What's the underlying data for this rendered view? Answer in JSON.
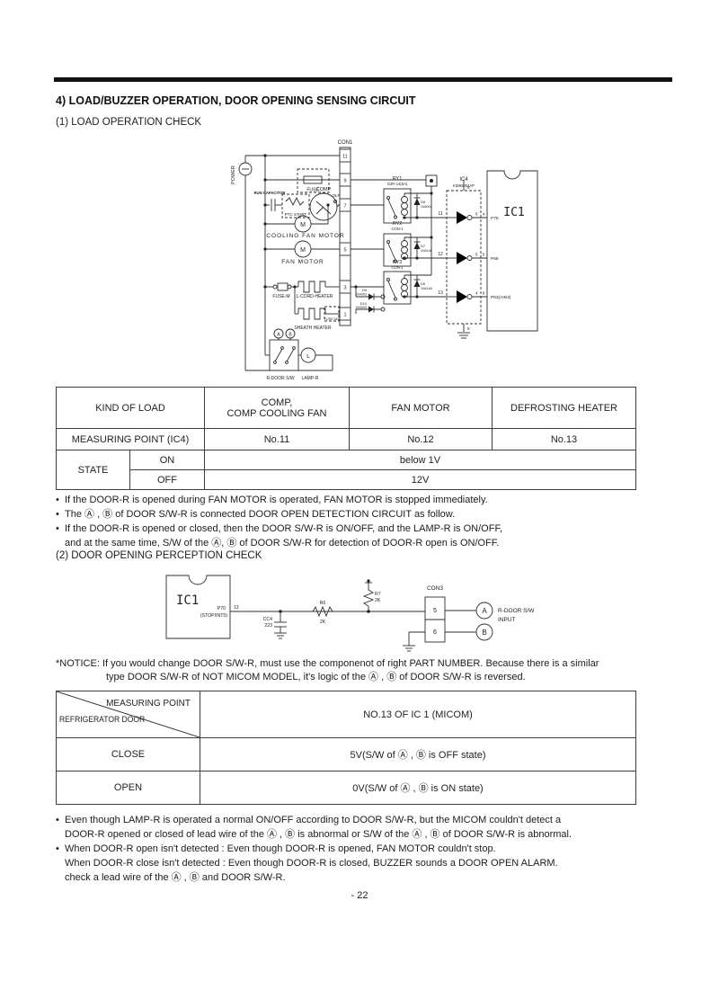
{
  "page": {
    "title": "4) LOAD/BUZZER OPERATION, DOOR OPENING SENSING CIRCUIT",
    "section1": "(1) LOAD OPERATION CHECK",
    "section2": "(2) DOOR OPENING PERCEPTION CHECK",
    "page_number": "- 22"
  },
  "sym": {
    "bullet": "•"
  },
  "d1": {
    "con1": "CON1",
    "p11": "11",
    "p9": "9",
    "p7": "7",
    "p5": "5",
    "p3": "3",
    "p1": "1",
    "power": "POWER",
    "fuse": "FUSE",
    "run_cap": "RUN CAPACITOR",
    "ptc": "PTC START",
    "comp": "COMP",
    "olp": "OLP",
    "m": "M",
    "cooling_fan": "COOLING FAN MOTOR",
    "fan": "FAN MOTOR",
    "fuse_m": "FUSE-M",
    "lcord": "L-CORD-HEATER",
    "sheath": "SHEATH HEATER",
    "fuse_m2": "FUSE-M2",
    "a": "A",
    "b": "B",
    "rdoor": "R-DOOR S/W",
    "lamp": "LAMP-R",
    "l": "L",
    "ry1": "RY1",
    "ry1_sub": "G2R-14(5A)",
    "ry2": "RY2",
    "ry2_sub": "CON-1",
    "ry3": "RY3",
    "ry3_sub": "CON-1",
    "d8": "D8",
    "d8_sub": "1N4004",
    "d7": "D7",
    "d7_sub": "1N4148",
    "d6": "D6",
    "d6_sub": "1N4148",
    "d9": "D9",
    "d9_sub": "1N4003",
    "d10": "D10",
    "d10_sub": "1N4003",
    "ic4": "IC4",
    "ic4_sub": "KID65004AP",
    "ic4_p9": "9",
    "ic4_p8": "8",
    "in1": "11",
    "in2": "12",
    "in3": "13",
    "out1": "6",
    "out2": "5",
    "out3": "4",
    "ic1": "IC1",
    "ic1_p4": "4",
    "ic1_p5": "5",
    "ic1_p6": "6",
    "port1": "P75",
    "port2": "P66",
    "port3": "P63(AIN3)"
  },
  "table1": {
    "c1": "KIND OF LOAD",
    "c2a": "COMP,",
    "c2b": "COMP COOLING FAN",
    "c3": "FAN MOTOR",
    "c4": "DEFROSTING HEATER",
    "r2c1": "MEASURING POINT (IC4)",
    "r2c2": "No.11",
    "r2c3": "No.12",
    "r2c4": "No.13",
    "state": "STATE",
    "on": "ON",
    "on_val": "below 1V",
    "off": "OFF",
    "off_val": "12V"
  },
  "notes1": {
    "n1": "If the DOOR-R is opened during FAN MOTOR is operated, FAN MOTOR is stopped immediately.",
    "n2": "The Ⓐ , Ⓑ of DOOR S/W-R is connected DOOR OPEN DETECTION CIRCUIT as follow.",
    "n3a": "If the DOOR-R is opened or closed, then the DOOR S/W-R is ON/OFF, and the LAMP-R is ON/OFF,",
    "n3b": "and at the same time, S/W of the Ⓐ, Ⓑ of DOOR S/W-R for detection of DOOR-R open is ON/OFF."
  },
  "d2": {
    "ic1": "IC1",
    "port": "P70",
    "port_sub": "(STOP/INT5)",
    "pin13": "13",
    "cc4": "CC4",
    "cc4_val": "223",
    "r6": "R6",
    "r6_val": "2K",
    "r7": "R7",
    "r7_val": "2K",
    "con3": "CON3",
    "p5": "5",
    "p6": "6",
    "a": "A",
    "b": "B",
    "lbl1": "R-DOOR S/W",
    "lbl2": "INPUT"
  },
  "notice": {
    "l1": "*NOTICE: If you would change DOOR S/W-R, must use the componenot of right PART NUMBER. Because there is a similar",
    "l2": "type DOOR S/W-R of NOT MICOM MODEL, it's logic of the Ⓐ , Ⓑ of DOOR S/W-R is reversed."
  },
  "table2": {
    "diag_top": "MEASURING POINT",
    "diag_bottom": "REFRIGERATOR DOOR",
    "header_value": "NO.13 OF IC 1 (MICOM)",
    "close": "CLOSE",
    "close_val": "5V(S/W of Ⓐ , Ⓑ is OFF state)",
    "open": "OPEN",
    "open_val": "0V(S/W of Ⓐ , Ⓑ is ON state)"
  },
  "notes2": {
    "n1a": "Even though LAMP-R is operated a normal ON/OFF according to DOOR S/W-R, but the MICOM couldn't detect a",
    "n1b": "DOOR-R opened or closed of lead wire of the Ⓐ , Ⓑ is abnormal or S/W of the Ⓐ , Ⓑ of DOOR S/W-R is abnormal.",
    "n2a": "When DOOR-R open isn't detected : Even though DOOR-R is opened, FAN MOTOR couldn't stop.",
    "n2b": "When DOOR-R close isn't detected : Even though DOOR-R is closed, BUZZER sounds a DOOR OPEN ALARM.",
    "n2c": "check a lead wire of the Ⓐ , Ⓑ and DOOR S/W-R."
  }
}
